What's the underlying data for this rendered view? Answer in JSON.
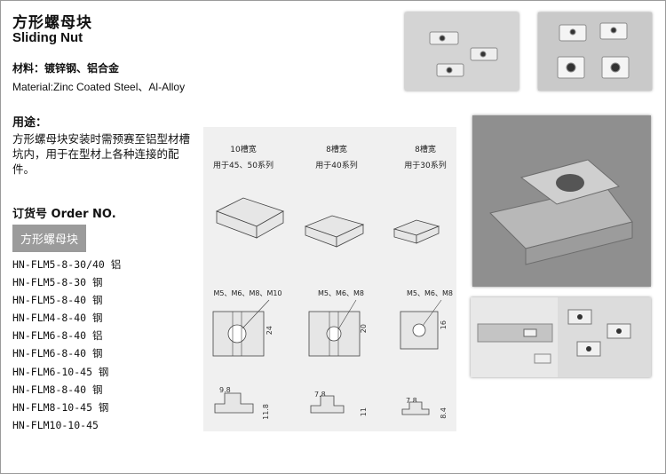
{
  "title": {
    "cn": "方形螺母块",
    "en": "Sliding Nut"
  },
  "material": {
    "cn": "材料：镀锌钢、铝合金",
    "en": "Material:Zinc Coated Steel、Al-Alloy"
  },
  "usage": {
    "heading": "用途：",
    "text": "方形螺母块安装时需预赛至铝型材槽坑内，用于在型材上各种连接的配件。"
  },
  "order": {
    "heading": "订货号 Order NO.",
    "badge": "方形螺母块",
    "parts": [
      "HN-FLM5-8-30/40 铝",
      "HN-FLM5-8-30 钢",
      "HN-FLM5-8-40 钢",
      "HN-FLM4-8-40 钢",
      "HN-FLM6-8-40 铝",
      "HN-FLM6-8-40 钢",
      "HN-FLM6-10-45 钢",
      "HN-FLM8-8-40 钢",
      "HN-FLM8-10-45 钢",
      "HN-FLM10-10-45"
    ]
  },
  "drawing": {
    "columns": [
      {
        "slot": "10槽宽",
        "series": "用于45、50系列",
        "thread": "M5、M6、M8、M10",
        "height": "24",
        "width": "9.8",
        "depth": "11.8"
      },
      {
        "slot": "8槽宽",
        "series": "用于40系列",
        "thread": "M5、M6、M8",
        "height": "20",
        "width": "7.8",
        "depth": "11"
      },
      {
        "slot": "8槽宽",
        "series": "用于30系列",
        "thread": "M5、M6、M8",
        "height": "16",
        "width": "7.8",
        "depth": "8.4"
      }
    ]
  },
  "colors": {
    "badge": "#9b9b9b",
    "drawing_bg": "#f0f0f0"
  }
}
